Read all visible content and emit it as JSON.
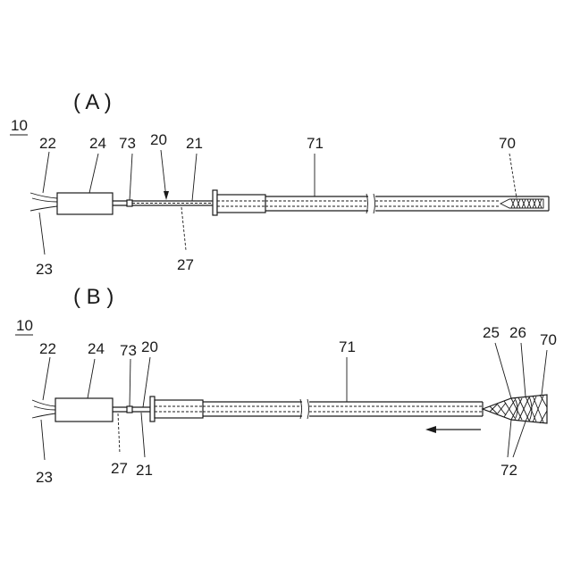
{
  "panels": {
    "a": {
      "title": "( A )",
      "ref": "10",
      "labels": {
        "l22": "22",
        "l24": "24",
        "l73": "73",
        "l20": "20",
        "l21": "21",
        "l71": "71",
        "l70": "70",
        "l23": "23",
        "l27": "27"
      }
    },
    "b": {
      "title": "( B )",
      "ref": "10",
      "labels": {
        "l22": "22",
        "l24": "24",
        "l73": "73",
        "l20": "20",
        "l71": "71",
        "l25": "25",
        "l26": "26",
        "l70": "70",
        "l23": "23",
        "l27": "27",
        "l21": "21",
        "l72": "72"
      }
    }
  }
}
